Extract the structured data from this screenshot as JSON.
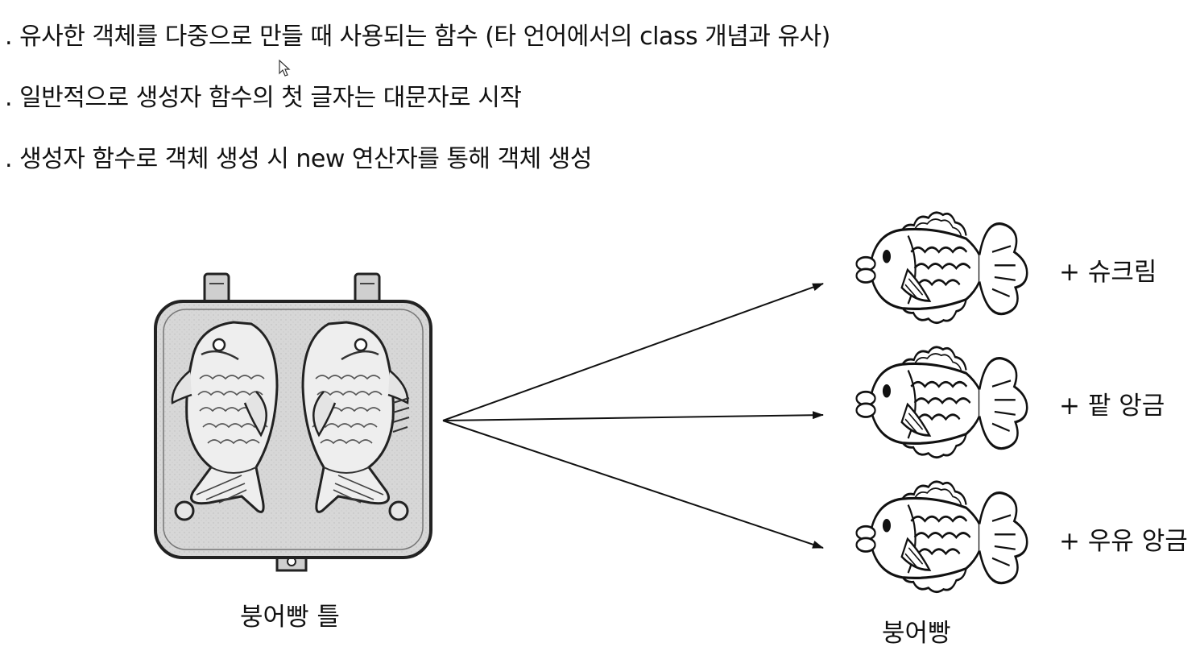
{
  "bullets": [
    ". 유사한 객체를 다중으로 만들 때 사용되는 함수 (타 언어에서의 class 개념과 유사)",
    ". 일반적으로 생성자 함수의 첫 글자는 대문자로 시작",
    ". 생성자 함수로 객체 생성 시 new 연산자를 통해 객체 생성"
  ],
  "mold_label": "붕어빵 틀",
  "bread_label": "붕어빵",
  "fillings": [
    "+ 슈크림",
    "+ 팥 앙금",
    "+ 우유 앙금"
  ],
  "icons": {
    "cursor": "mouse-pointer-icon",
    "mold": "fish-mold-image",
    "fish": "fish-bread-icon",
    "arrow": "arrow"
  }
}
